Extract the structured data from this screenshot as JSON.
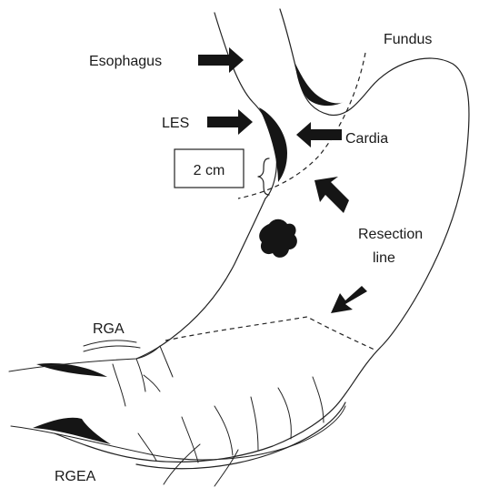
{
  "labels": {
    "fundus": "Fundus",
    "esophagus": "Esophagus",
    "les": "LES",
    "cardia": "Cardia",
    "measurement": "2 cm",
    "resection_line_1": "Resection",
    "resection_line_2": "line",
    "rga": "RGA",
    "rgea": "RGEA"
  },
  "colors": {
    "ink": "#151515",
    "line": "#222222",
    "background": "#ffffff"
  }
}
